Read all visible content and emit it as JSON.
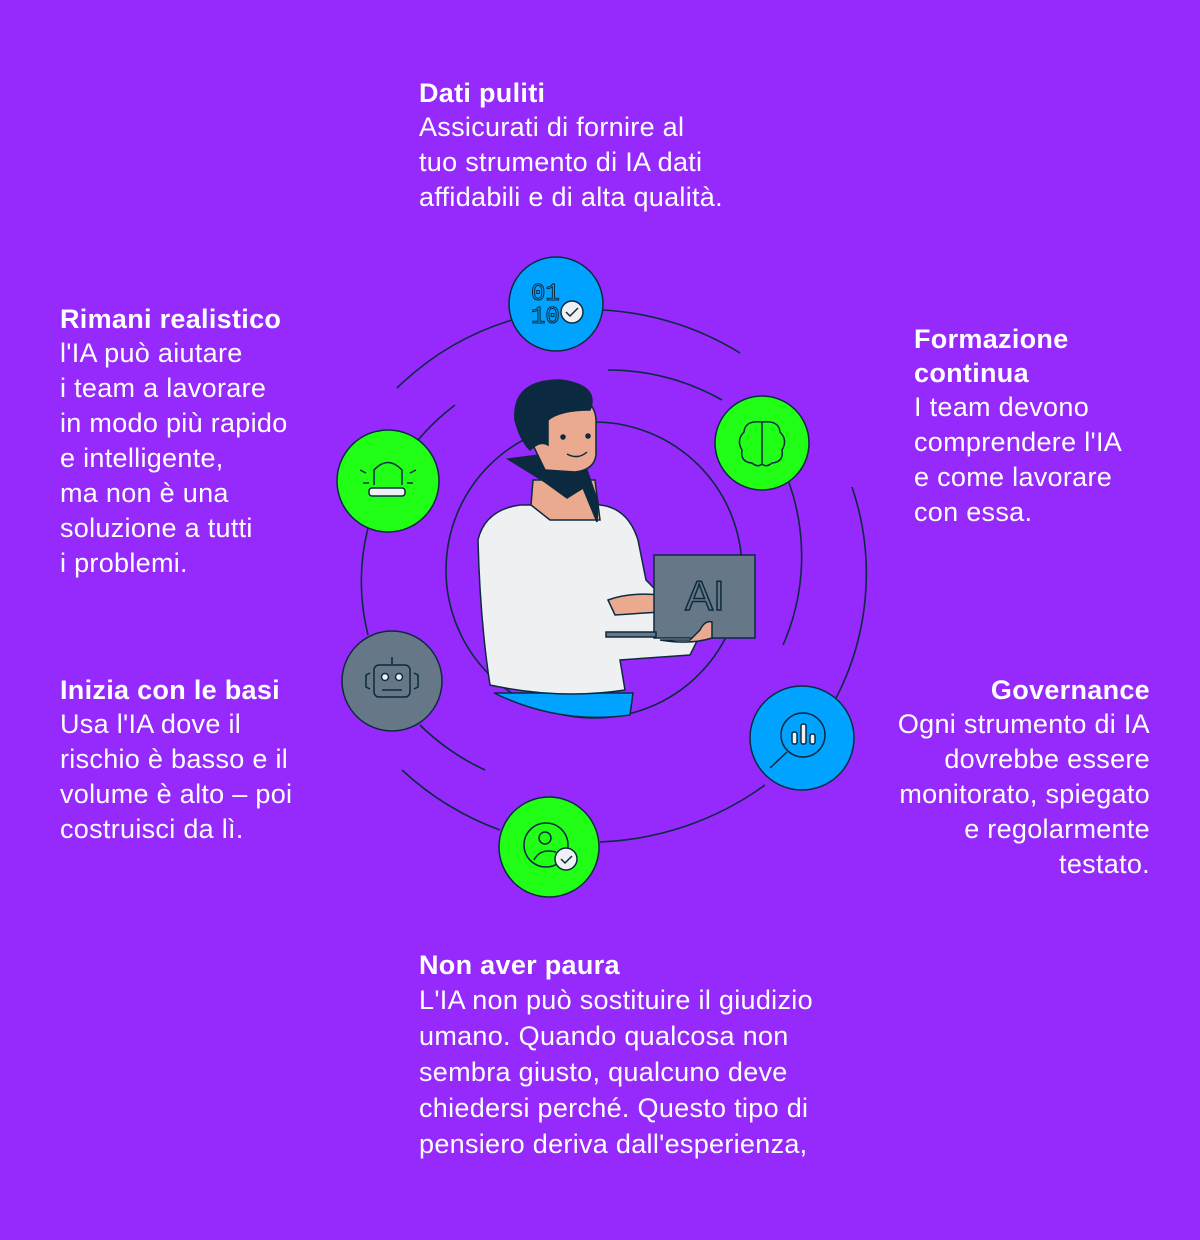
{
  "colors": {
    "background": "#9629fb",
    "blue": "#00a3ff",
    "green": "#22ff16",
    "gray": "#667788",
    "navy": "#0b2a40"
  },
  "illustration": {
    "laptop_label": "AI"
  },
  "items": [
    {
      "id": "dati-puliti",
      "title": "Dati puliti",
      "text": "Assicurati di fornire al\ntuo strumento di IA dati\naffidabili e di alta qualità.",
      "icon": "binary-check-icon"
    },
    {
      "id": "formazione-continua",
      "title": "Formazione\ncontinua",
      "text": "I team devono\ncomprendere l'IA\ne come lavorare\ncon essa.",
      "icon": "brain-circuit-icon"
    },
    {
      "id": "governance",
      "title": "Governance",
      "text": "Ogni strumento di IA\ndovrebbe essere\nmonitorato, spiegato\ne regolarmente\ntestato.",
      "icon": "magnifier-chart-icon"
    },
    {
      "id": "non-aver-paura",
      "title": "Non aver paura",
      "text": "L'IA non può sostituire il giudizio\numano. Quando qualcosa non\nsembra giusto, qualcuno deve\nchiedersi perché. Questo tipo di\npensiero deriva dall'esperienza,",
      "icon": "user-check-icon"
    },
    {
      "id": "inizia-con-le-basi",
      "title": "Inizia con le basi",
      "text": "Usa l'IA dove il\nrischio è basso e il\nvolume è alto – poi\ncostruisci da lì.",
      "icon": "robot-icon"
    },
    {
      "id": "rimani-realistico",
      "title": "Rimani realistico",
      "text": "l'IA può aiutare\ni team a lavorare\nin modo più rapido\ne intelligente,\nma non è una\nsoluzione a tutti\ni problemi.",
      "icon": "alarm-light-icon"
    }
  ]
}
